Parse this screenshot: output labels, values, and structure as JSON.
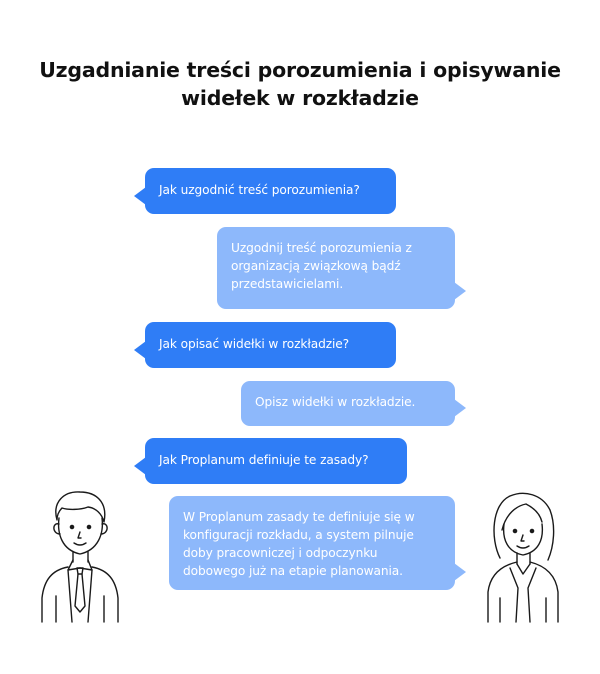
{
  "title": {
    "line1": "Uzgadnianie treści porozumienia i opisywanie",
    "line2": "widełek w rozkładzie"
  },
  "colors": {
    "question_bubble": "#2f7df6",
    "answer_bubble": "#8db8fb",
    "text_on_bubble": "#ffffff",
    "title": "#111111"
  },
  "conversation": [
    {
      "role": "question",
      "lines": [
        "Jak uzgodnić treść porozumienia?"
      ]
    },
    {
      "role": "answer",
      "lines": [
        "Uzgodnij treść porozumienia z",
        "organizacją związkową bądź",
        "przedstawicielami."
      ]
    },
    {
      "role": "question",
      "lines": [
        "Jak opisać widełki w rozkładzie?"
      ]
    },
    {
      "role": "answer",
      "lines": [
        "Opisz widełki w rozkładzie."
      ]
    },
    {
      "role": "question",
      "lines": [
        "Jak Proplanum definiuje te zasady?"
      ]
    },
    {
      "role": "answer",
      "lines": [
        "W Proplanum zasady te definiuje się w",
        "konfiguracji rozkładu, a system pilnuje",
        "doby pracowniczej i odpoczynku",
        "dobowego już na etapie planowania."
      ]
    }
  ],
  "characters": {
    "left": "man-with-tie-icon",
    "right": "woman-icon"
  }
}
